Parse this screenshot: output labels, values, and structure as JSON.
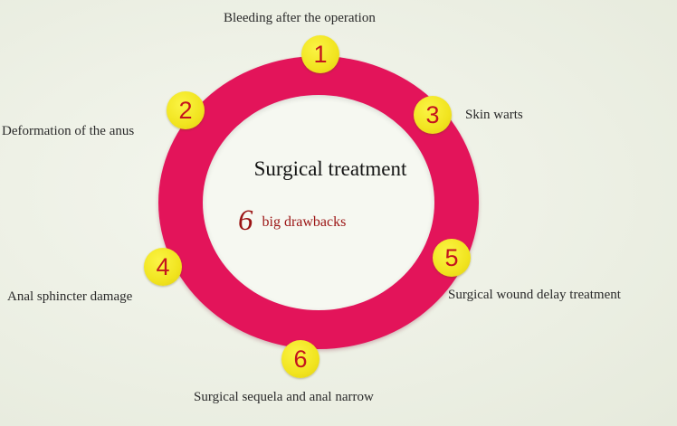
{
  "diagram": {
    "center": {
      "title": "Surgical treatment",
      "count": "6",
      "subtitle": "big drawbacks"
    },
    "items": [
      {
        "number": "1",
        "label": "Bleeding after the operation"
      },
      {
        "number": "2",
        "label": "Deformation of the anus"
      },
      {
        "number": "3",
        "label": "Skin warts"
      },
      {
        "number": "4",
        "label": "Anal sphincter damage"
      },
      {
        "number": "5",
        "label": "Surgical wound delay treatment"
      },
      {
        "number": "6",
        "label": "Surgical sequela and anal narrow"
      }
    ],
    "colors": {
      "ring": "#e3145a",
      "badge": "#f1e41f",
      "badge_text": "#c4141d",
      "accent_text": "#9b1414",
      "background": "#eef1e6"
    }
  }
}
